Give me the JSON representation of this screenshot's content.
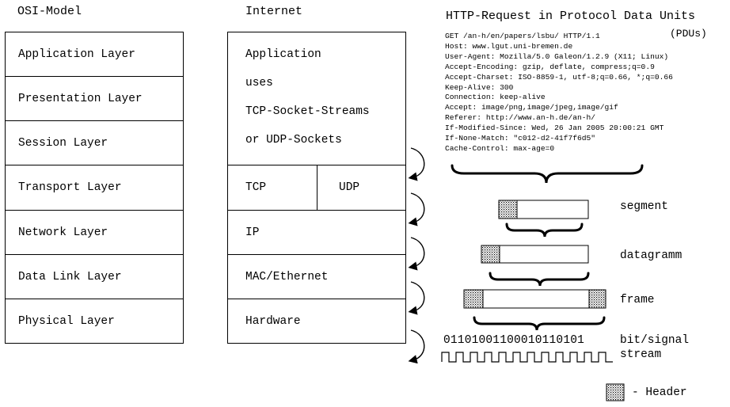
{
  "osi": {
    "title": "OSI-Model",
    "layers": [
      "Application Layer",
      "Presentation Layer",
      "Session Layer",
      "Transport Layer",
      "Network Layer",
      "Data Link Layer",
      "Physical Layer"
    ]
  },
  "internet": {
    "title": "Internet",
    "application_lines": [
      "Application",
      "uses",
      "TCP-Socket-Streams",
      "or UDP-Sockets"
    ],
    "transport": {
      "left": "TCP",
      "right": "UDP"
    },
    "network": "IP",
    "datalink": "MAC/Ethernet",
    "physical": "Hardware"
  },
  "pdu": {
    "title": "HTTP-Request in Protocol Data Units",
    "subtitle": "(PDUs)",
    "http_lines": [
      "GET /an-h/en/papers/lsbu/ HTTP/1.1",
      "Host: www.lgut.uni-bremen.de",
      "User-Agent: Mozilla/5.0 Galeon/1.2.9 (X11; Linux)",
      "Accept-Encoding: gzip, deflate, compress;q=0.9",
      "Accept-Charset: ISO-8859-1, utf-8;q=0.66, *;q=0.66",
      "Keep-Alive: 300",
      "Connection: keep-alive",
      "Accept: image/png,image/jpeg,image/gif",
      "Referer: http://www.an-h.de/an-h/",
      "If-Modified-Since: Wed, 26 Jan 2005 20:00:21 GMT",
      "If-None-Match: \"c012-d2-41f7f6d5\"",
      "Cache-Control: max-age=0"
    ],
    "labels": {
      "segment": "segment",
      "datagram": "datagramm",
      "frame": "frame",
      "bitstream_line1": "bit/signal",
      "bitstream_line2": "stream"
    },
    "bits": "01101001100010110101",
    "legend": "- Header"
  }
}
